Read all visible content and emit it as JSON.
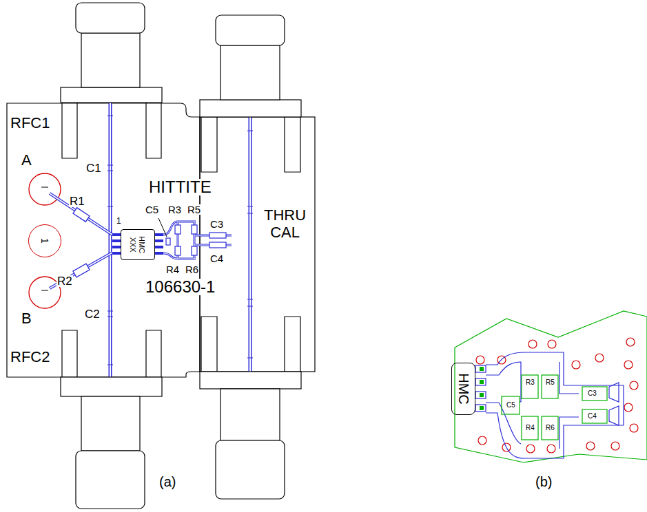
{
  "diagram": {
    "nodes": [
      {
        "text": [
          "1"
        ]
      },
      {
        "text": [
          "HMC",
          "XXX"
        ]
      },
      {
        "text": [
          "HMC"
        ]
      }
    ],
    "labels": [
      "RFC1",
      "A",
      "C1",
      "R1",
      "1",
      "HITTITE",
      "C5",
      "R3",
      "R5",
      "C3",
      "THRU CAL",
      "C4",
      "R4",
      "R6",
      "R2",
      "106630-1",
      "B",
      "C2",
      "RFC2",
      "(a)",
      "R3",
      "R5",
      "C5",
      "C3",
      "C4",
      "R4",
      "R6",
      "(b)"
    ]
  }
}
